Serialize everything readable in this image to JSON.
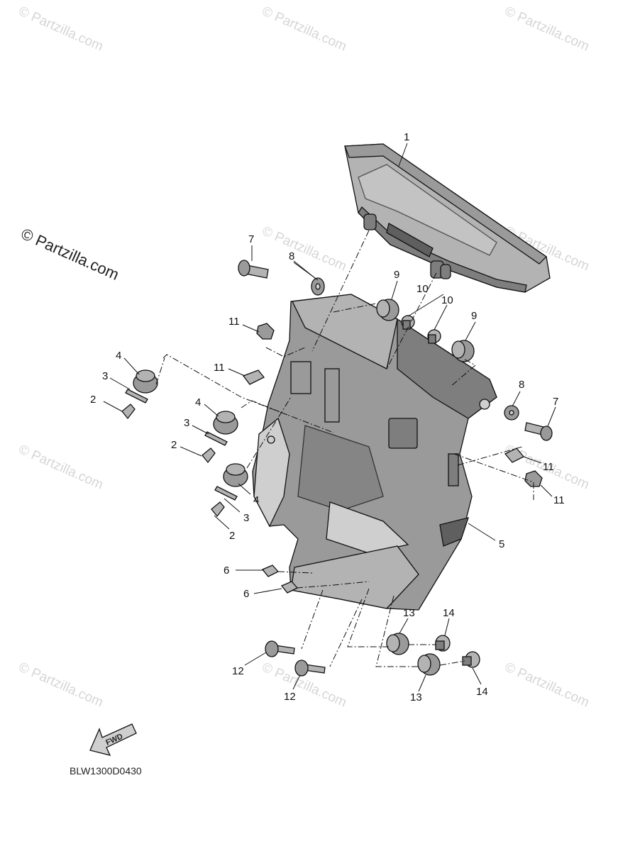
{
  "watermark": {
    "text": "© Partzilla.com"
  },
  "brand": {
    "text": "© Partzilla.com"
  },
  "diagram_code": "BLW1300D0430",
  "fwd_label": "FWD",
  "callouts": [
    {
      "id": "c1",
      "label": "1"
    },
    {
      "id": "c7a",
      "label": "7"
    },
    {
      "id": "c8a",
      "label": "8"
    },
    {
      "id": "c9a",
      "label": "9"
    },
    {
      "id": "c10a",
      "label": "10"
    },
    {
      "id": "c10b",
      "label": "10"
    },
    {
      "id": "c9b",
      "label": "9"
    },
    {
      "id": "c11a",
      "label": "11"
    },
    {
      "id": "c11b",
      "label": "11"
    },
    {
      "id": "c4a",
      "label": "4"
    },
    {
      "id": "c3a",
      "label": "3"
    },
    {
      "id": "c2a",
      "label": "2"
    },
    {
      "id": "c4b",
      "label": "4"
    },
    {
      "id": "c3b",
      "label": "3"
    },
    {
      "id": "c2b",
      "label": "2"
    },
    {
      "id": "c4c",
      "label": "4"
    },
    {
      "id": "c3c",
      "label": "3"
    },
    {
      "id": "c2c",
      "label": "2"
    },
    {
      "id": "c8b",
      "label": "8"
    },
    {
      "id": "c7b",
      "label": "7"
    },
    {
      "id": "c11c",
      "label": "11"
    },
    {
      "id": "c11d",
      "label": "11"
    },
    {
      "id": "c5",
      "label": "5"
    },
    {
      "id": "c6a",
      "label": "6"
    },
    {
      "id": "c6b",
      "label": "6"
    },
    {
      "id": "c13a",
      "label": "13"
    },
    {
      "id": "c14a",
      "label": "14"
    },
    {
      "id": "c12a",
      "label": "12"
    },
    {
      "id": "c12b",
      "label": "12"
    },
    {
      "id": "c13b",
      "label": "13"
    },
    {
      "id": "c14b",
      "label": "14"
    }
  ]
}
